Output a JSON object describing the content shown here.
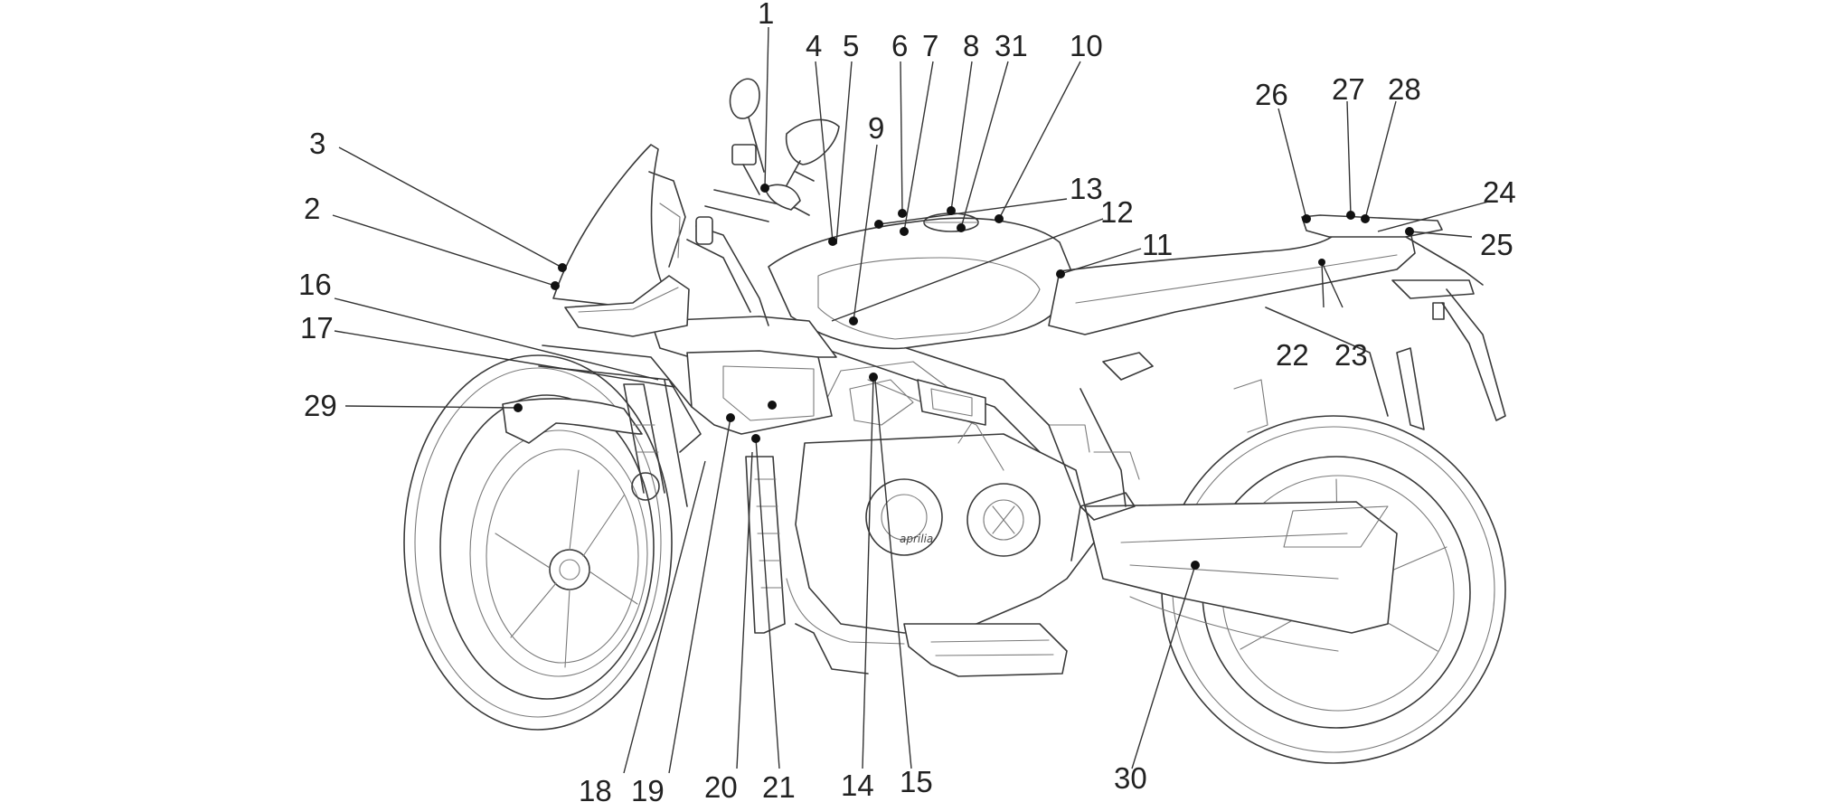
{
  "diagram": {
    "title": "",
    "callouts": [
      "1",
      "2",
      "3",
      "4",
      "5",
      "6",
      "7",
      "8",
      "31",
      "10",
      "9",
      "13",
      "12",
      "11",
      "26",
      "27",
      "28",
      "24",
      "25",
      "16",
      "17",
      "29",
      "22",
      "23",
      "18",
      "19",
      "20",
      "21",
      "14",
      "15",
      "30"
    ],
    "brand_mark": "aprilia"
  }
}
